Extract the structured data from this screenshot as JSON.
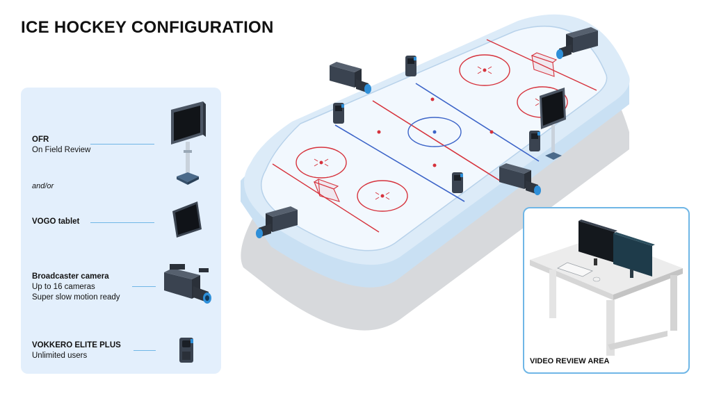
{
  "title": "ICE HOCKEY CONFIGURATION",
  "legend": {
    "ofr": {
      "title": "OFR",
      "subtitle": "On Field Review"
    },
    "andor": "and/or",
    "tablet": {
      "title": "VOGO tablet"
    },
    "camera": {
      "title": "Broadcaster camera",
      "line1": "Up to 16 cameras",
      "line2": "Super slow motion ready"
    },
    "vokkero": {
      "title": "VOKKERO ELITE PLUS",
      "subtitle": "Unlimited users"
    }
  },
  "review_area": {
    "label": "VIDEO REVIEW AREA"
  },
  "icons": [
    "monitor-stand-icon",
    "tablet-icon",
    "broadcast-camera-icon",
    "radio-device-icon",
    "hockey-goal-icon",
    "desk-workstation-icon"
  ],
  "colors": {
    "rink_ice": "#eaf4fd",
    "rink_side": "#c9e0f3",
    "red_line": "#d6323c",
    "blue_line": "#3c64c8",
    "legend_bg": "#e3effc",
    "accent_border": "#6fb6e6"
  }
}
